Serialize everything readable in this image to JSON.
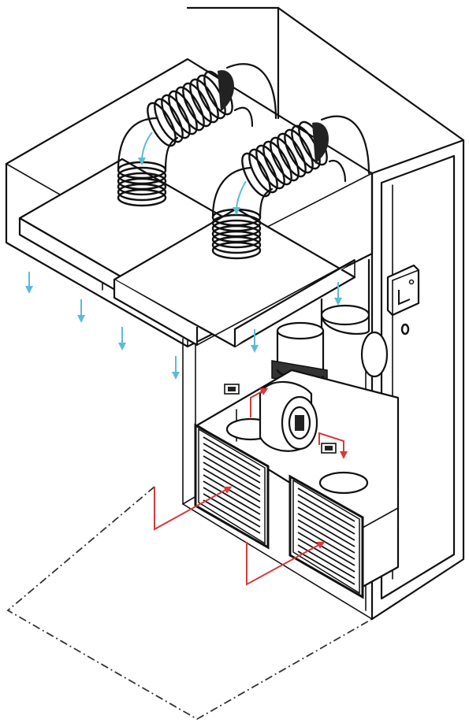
{
  "colors": {
    "line": "#111111",
    "supply_air_arrow": "#5bbcd6",
    "return_air_arrow": "#d63a3a",
    "footprint_outline": "#333333",
    "background": "#ffffff"
  },
  "components": [
    "cabinet-frame",
    "ceiling-plenum-box",
    "diffuser-left",
    "diffuser-right",
    "flexible-duct-left",
    "flexible-duct-right",
    "elbow-duct-left",
    "elbow-duct-right",
    "centrifugal-fan",
    "fan-outlet-duct",
    "filter-grille-left",
    "filter-grille-right",
    "control-panel",
    "floor-footprint"
  ],
  "icons": {
    "supply_arrow": "down-arrow-icon",
    "return_arrow": "bent-arrow-icon",
    "control_box": "control-panel-icon",
    "indicator": "indicator-light-icon"
  }
}
